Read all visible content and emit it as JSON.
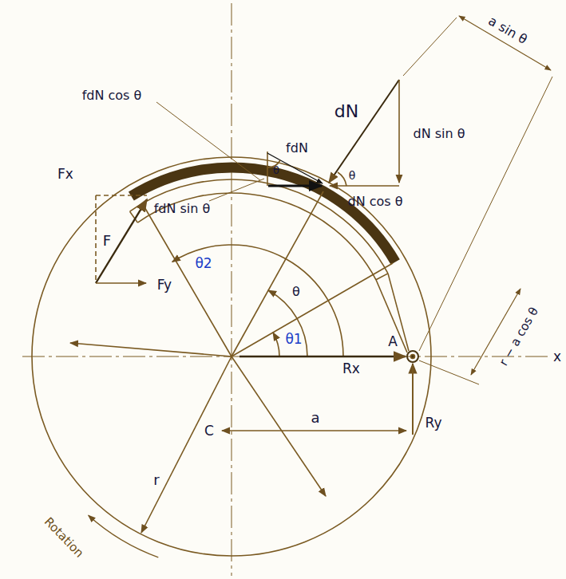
{
  "diagram": {
    "labels": [
      "a sin θ",
      "fdN cos θ",
      "fdN",
      "dN",
      "dN sin θ",
      "θ",
      "θ",
      "dN cos θ",
      "Fx",
      "F",
      "fdN sin θ",
      "Fy",
      "θ2",
      "θ",
      "θ1",
      "A",
      "Rx",
      "r − a cos θ",
      "x",
      "C",
      "a",
      "Ry",
      "r",
      "Rotation"
    ]
  }
}
